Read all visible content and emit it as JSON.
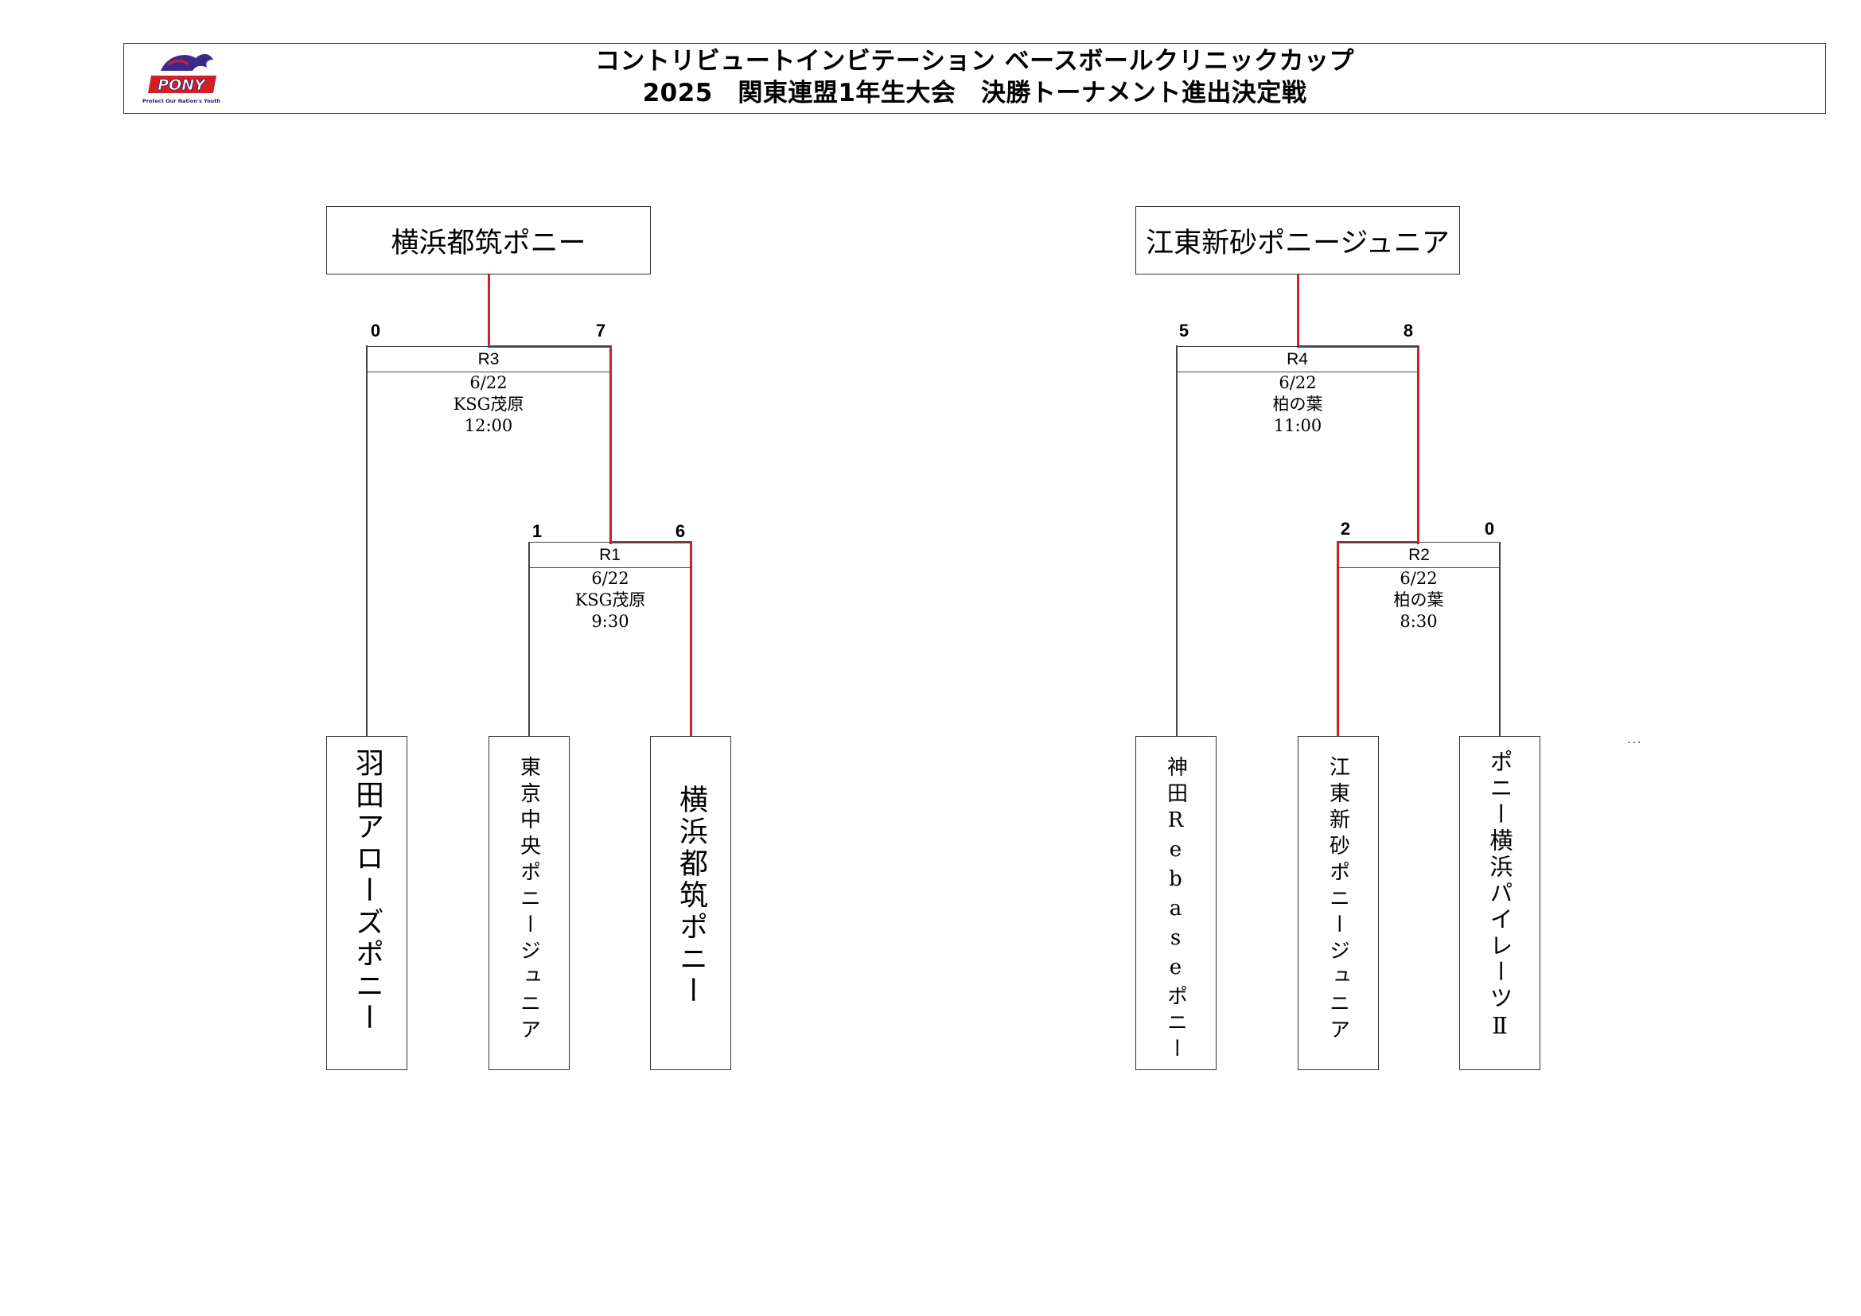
{
  "header": {
    "title_line1": "コントリビュートインビテーション ベースボールクリニックカップ",
    "title_line2": "2025　関東連盟1年生大会　決勝トーナメント進出決定戦",
    "logo_text": "PONY",
    "logo_tagline": "Protect Our Nation's Youth"
  },
  "bracket_a": {
    "winner": "横浜都筑ポニー",
    "teams": [
      "羽田アローズポニー",
      "東京中央ポニージュニア",
      "横浜都筑ポニー"
    ],
    "final": {
      "label": "R3",
      "date": "6/22",
      "venue": "KSG茂原",
      "time": "12:00",
      "score_left": "0",
      "score_right": "7"
    },
    "first": {
      "label": "R1",
      "date": "6/22",
      "venue": "KSG茂原",
      "time": "9:30",
      "score_left": "1",
      "score_right": "6"
    }
  },
  "bracket_b": {
    "winner": "江東新砂ポニージュニア",
    "teams": [
      "神田Rebaseポニー",
      "江東新砂ポニージュニア",
      "ポニー横浜パイレーツⅡ"
    ],
    "final": {
      "label": "R4",
      "date": "6/22",
      "venue": "柏の葉",
      "time": "11:00",
      "score_left": "5",
      "score_right": "8"
    },
    "first": {
      "label": "R2",
      "date": "6/22",
      "venue": "柏の葉",
      "time": "8:30",
      "score_left": "2",
      "score_right": "0"
    }
  },
  "colors": {
    "winner_line": "#d32027",
    "line": "#444444"
  },
  "footer_mark": "..."
}
